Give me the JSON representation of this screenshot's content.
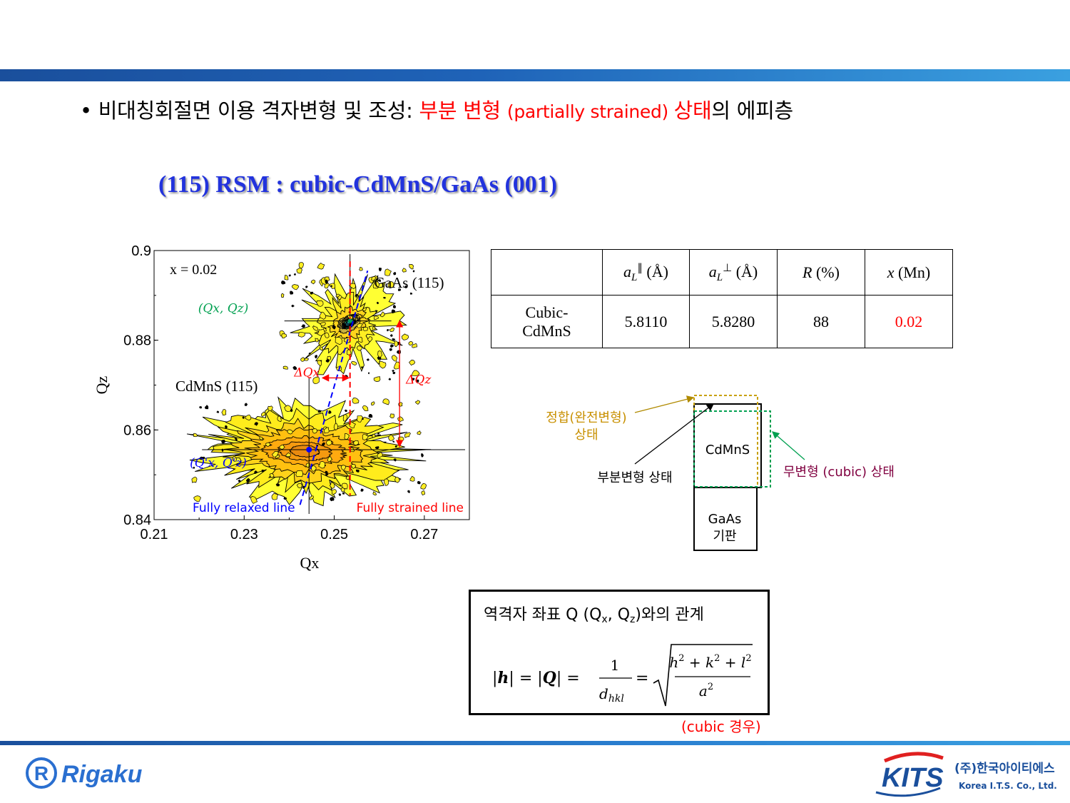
{
  "slide": {
    "bullet_prefix": "• 비대칭회절면 이용 격자변형 및 조성: ",
    "bullet_red1": "부분 변형 ",
    "bullet_red_en": "(partially strained) ",
    "bullet_red2": "상태",
    "bullet_suffix": "의 에피층",
    "title": "(115) RSM : cubic-CdMnS/GaAs (001)"
  },
  "plot": {
    "xlabel": "Qx",
    "ylabel": "Qz",
    "x_ticks": [
      "0.21",
      "0.23",
      "0.25",
      "0.27"
    ],
    "y_ticks": [
      "0.9",
      "0.88",
      "0.86",
      "0.84"
    ],
    "annot_x": "x = 0.02",
    "annot_gaas": "GaAs (115)",
    "annot_cdmns": "CdMnS (115)",
    "annot_qxqz": "(Qx, Qz)",
    "annot_qxqz_prime": "(Q'x, Q'z)",
    "annot_dqx": "ΔQx",
    "annot_dqz": "ΔQz",
    "annot_relaxed": "Fully relaxed line",
    "annot_strained": "Fully strained line"
  },
  "chart_data": {
    "type": "scatter",
    "xlabel": "Qx",
    "ylabel": "Qz",
    "xlim": [
      0.21,
      0.28
    ],
    "ylim": [
      0.84,
      0.9
    ],
    "x_ticks": [
      0.21,
      0.23,
      0.25,
      0.27
    ],
    "y_ticks": [
      0.84,
      0.86,
      0.88,
      0.9
    ],
    "peaks": [
      {
        "name": "GaAs (115)",
        "x": 0.2535,
        "y": 0.8843
      },
      {
        "name": "CdMnS (115)",
        "x": 0.2444,
        "y": 0.8556
      }
    ],
    "lines": [
      {
        "name": "Fully relaxed line",
        "color": "#0000ff",
        "from": [
          0.2424,
          0.8433
        ],
        "to": [
          0.2574,
          0.8955
        ]
      },
      {
        "name": "Fully strained line",
        "color": "#ff0000",
        "x": 0.2535
      }
    ],
    "annotation": "x = 0.02"
  },
  "table": {
    "headers": [
      "",
      "a∥L (Å)",
      "a⊥L (Å)",
      "R (%)",
      "x (Mn)"
    ],
    "row_label_1": "Cubic-",
    "row_label_2": "CdMnS",
    "cells": [
      "5.8110",
      "5.8280",
      "88",
      "0.02"
    ],
    "x_color": "#ff0000"
  },
  "diagram": {
    "matched_label_1": "정합(완전변형)",
    "matched_label_2": "상태",
    "partial_label": "부분변형 상태",
    "unstrained_label": "무변형 (cubic) 상태",
    "cdmns": "CdMnS",
    "gaas_1": "GaAs",
    "gaas_2": "기판"
  },
  "formula_box": {
    "title_prefix": "역격자 좌표 Q (Q",
    "x_sub": "x",
    "comma": ", Q",
    "z_sub": "z",
    "title_suffix": ")와의 관계",
    "note": "(cubic 경우)"
  },
  "logos": {
    "left": "Rigaku",
    "right_main": "KITS",
    "right_kor": "(주)한국아이티에스",
    "right_eng": "Korea I.T.S. Co., Ltd."
  },
  "colors": {
    "bar": "#1f63b8",
    "title": "#2233dd",
    "red": "#ff0000",
    "blue": "#0000ff",
    "green": "#00a050",
    "gold": "#c8a000"
  }
}
